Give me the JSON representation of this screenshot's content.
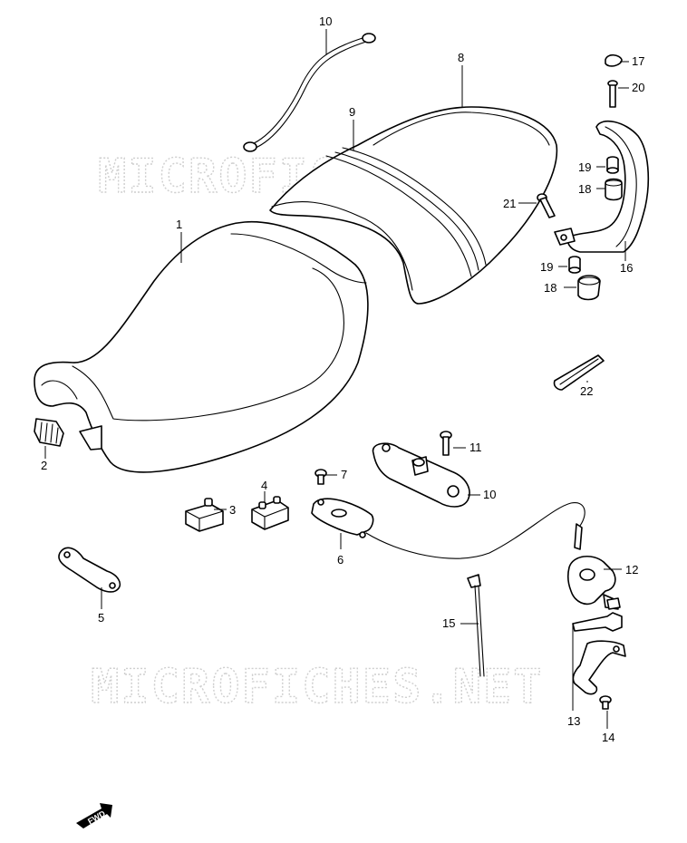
{
  "watermark": "MICROFICHES.NET",
  "fwd_badge": "FWD",
  "callouts": {
    "c1": "1",
    "c2": "2",
    "c3": "3",
    "c4": "4",
    "c5": "5",
    "c6": "6",
    "c7": "7",
    "c8": "8",
    "c9": "9",
    "c10a": "10",
    "c10b": "10",
    "c11": "11",
    "c12": "12",
    "c13": "13",
    "c14": "14",
    "c15": "15",
    "c16": "16",
    "c17": "17",
    "c18a": "18",
    "c18b": "18",
    "c19a": "19",
    "c19b": "19",
    "c20": "20",
    "c21": "21",
    "c22": "22"
  }
}
